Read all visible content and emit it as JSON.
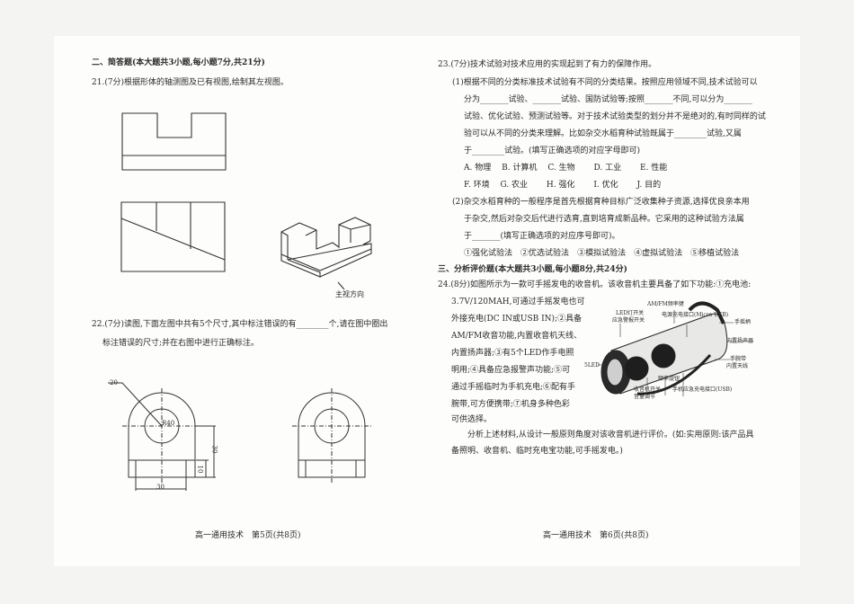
{
  "left": {
    "section2_title": "二、简答题(本大题共3小题,每小题7分,共21分)",
    "q21": "21.(7分)根据形体的轴测图及已有视图,绘制其左视图。",
    "q21_direction_label": "主视方向",
    "q22_line1": "22.(7分)读图,下面左图中共有5个尺寸,其中标注错误的有________个,请在图中圈出",
    "q22_line2": "标注错误的尺寸;并在右图中进行正确标注。",
    "dims": {
      "d20": "20",
      "r40": "R40",
      "d30v": "30",
      "d10": "10",
      "d30h": "30"
    },
    "footer": "高一通用技术　第5页(共8页)"
  },
  "right": {
    "q23": "23.(7分)技术试验对技术应用的实现起到了有力的保障作用。",
    "q23_1": [
      "(1)根据不同的分类标准技术试验有不同的分类结果。按照应用领域不同,技术试验可以",
      "分为_______试验、_______试验、国防试验等;按照_______不同,可以分为_______",
      "试验、优化试验、预测试验等。对于技术试验类型的划分并不是绝对的,有时同样的试",
      "验可以从不同的分类来理解。比如杂交水稻育种试验既属于________试验,又属",
      "于________试验。(填写正确选项的对应字母即可)"
    ],
    "options_row1": [
      "A. 物理",
      "B. 计算机",
      "C. 生物",
      "D. 工业",
      "E. 性能"
    ],
    "options_row2": [
      "F. 环境",
      "G. 农业",
      "H. 强化",
      "I. 优化",
      "J. 目的"
    ],
    "q23_2": [
      "(2)杂交水稻育种的一般程序是首先根据育种目标广泛收集种子资源,选择优良亲本用",
      "于杂交,然后对杂交后代进行选育,直到培育成新品种。它采用的这种试验方法属",
      "于_______(填写正确选项的对应序号即可)。"
    ],
    "methods": [
      "①强化试验法",
      "②优选试验法",
      "③模拟试验法",
      "④虚拟试验法",
      "⑤移植试验法"
    ],
    "section3_title": "三、分析评价题(本大题共3小题,每小题8分,共24分)",
    "q24_first": "24.(8分)如图所示为一款可手摇发电的收音机。该收音机主要具备了如下功能:①充电池:",
    "q24_lines": [
      "3.7V/120MAH,可通过手摇发电也可",
      "外接充电(DC IN或USB IN);②具备",
      "AM/FM收音功能,内置收音机天线、",
      "内置扬声器;③有5个LED作手电照",
      "明用;④具备应急报警声功能;⑤可",
      "通过手摇临时为手机充电;⑥配有手",
      "腕带,可方便携带;⑦机身多种色彩",
      "可供选择。"
    ],
    "q24_task": [
      "分析上述材料,从设计一般原则角度对该收音机进行评价。(如:实用原则:该产品具",
      "备照明、收音机、临时充电宝功能,可手摇发电。)"
    ],
    "radio_labels": {
      "am_fm": "AM/FM频率键",
      "led_switch": "LED灯开关",
      "alarm_switch": "应急警报开关",
      "power_port": "电源充电接口(Micro USB)",
      "crank": "手摇柄",
      "speaker": "内置扬声器",
      "wrist": "手腕带",
      "antenna": "内置天线",
      "led5": "5LED",
      "tuning": "频率旋钮",
      "radio_switch": "收音机开关",
      "volume": "音量调节",
      "phone_port": "手机应急充电接口(USB)"
    },
    "footer": "高一通用技术　第6页(共8页)"
  }
}
